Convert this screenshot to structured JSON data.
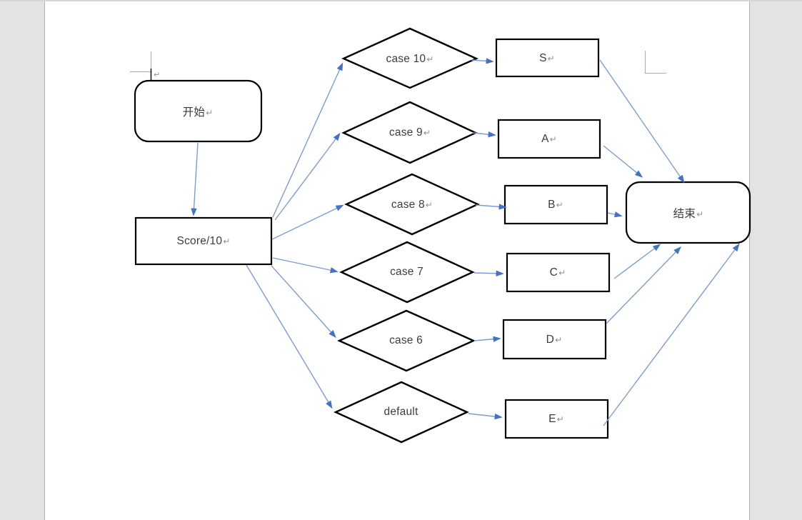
{
  "document": {
    "kind": "flowchart-on-word-page",
    "title": "Score/10 grading switch flowchart"
  },
  "colors": {
    "workspace_background": "#e3e3e3",
    "page_background": "#ffffff",
    "page_border": "#b3b3b3",
    "shape_outline": "#000000",
    "connector_line": "#7b9cd9",
    "arrowhead": "#4472c4",
    "text": "#3c3c3c",
    "formatting_mark": "#8f8f8f",
    "boundary_mark": "#a9a9a9"
  },
  "formatting_mark": "↵",
  "nodes": {
    "start": {
      "label": "开始",
      "mark": "↵",
      "shape": "rounded-rectangle"
    },
    "score": {
      "label": "Score/10",
      "mark": "↵",
      "shape": "rectangle"
    },
    "case10": {
      "label": "case 10",
      "mark": "↵",
      "shape": "diamond"
    },
    "case9": {
      "label": "case 9",
      "mark": "↵",
      "shape": "diamond"
    },
    "case8": {
      "label": "case 8",
      "mark": "↵",
      "shape": "diamond"
    },
    "case7": {
      "label": "case 7",
      "mark": "",
      "shape": "diamond"
    },
    "case6": {
      "label": "case 6",
      "mark": "",
      "shape": "diamond"
    },
    "default": {
      "label": "default",
      "mark": "",
      "shape": "diamond"
    },
    "grade_s": {
      "label": "S",
      "mark": "↵",
      "shape": "rectangle"
    },
    "grade_a": {
      "label": "A",
      "mark": "↵",
      "shape": "rectangle"
    },
    "grade_b": {
      "label": "B",
      "mark": "↵",
      "shape": "rectangle"
    },
    "grade_c": {
      "label": "C",
      "mark": "↵",
      "shape": "rectangle"
    },
    "grade_d": {
      "label": "D",
      "mark": "↵",
      "shape": "rectangle"
    },
    "grade_e": {
      "label": "E",
      "mark": "↵",
      "shape": "rounded-none-rectangle"
    },
    "end": {
      "label": "结束",
      "mark": "↵",
      "shape": "rounded-rectangle"
    }
  },
  "edges": [
    {
      "from": "start",
      "to": "score"
    },
    {
      "from": "score",
      "to": "case10"
    },
    {
      "from": "score",
      "to": "case9"
    },
    {
      "from": "score",
      "to": "case8"
    },
    {
      "from": "score",
      "to": "case7"
    },
    {
      "from": "score",
      "to": "case6"
    },
    {
      "from": "score",
      "to": "default"
    },
    {
      "from": "case10",
      "to": "grade_s"
    },
    {
      "from": "case9",
      "to": "grade_a"
    },
    {
      "from": "case8",
      "to": "grade_b"
    },
    {
      "from": "case7",
      "to": "grade_c"
    },
    {
      "from": "case6",
      "to": "grade_d"
    },
    {
      "from": "default",
      "to": "grade_e"
    },
    {
      "from": "grade_s",
      "to": "end"
    },
    {
      "from": "grade_a",
      "to": "end"
    },
    {
      "from": "grade_b",
      "to": "end"
    },
    {
      "from": "grade_c",
      "to": "end"
    },
    {
      "from": "grade_d",
      "to": "end"
    },
    {
      "from": "grade_e",
      "to": "end"
    }
  ]
}
